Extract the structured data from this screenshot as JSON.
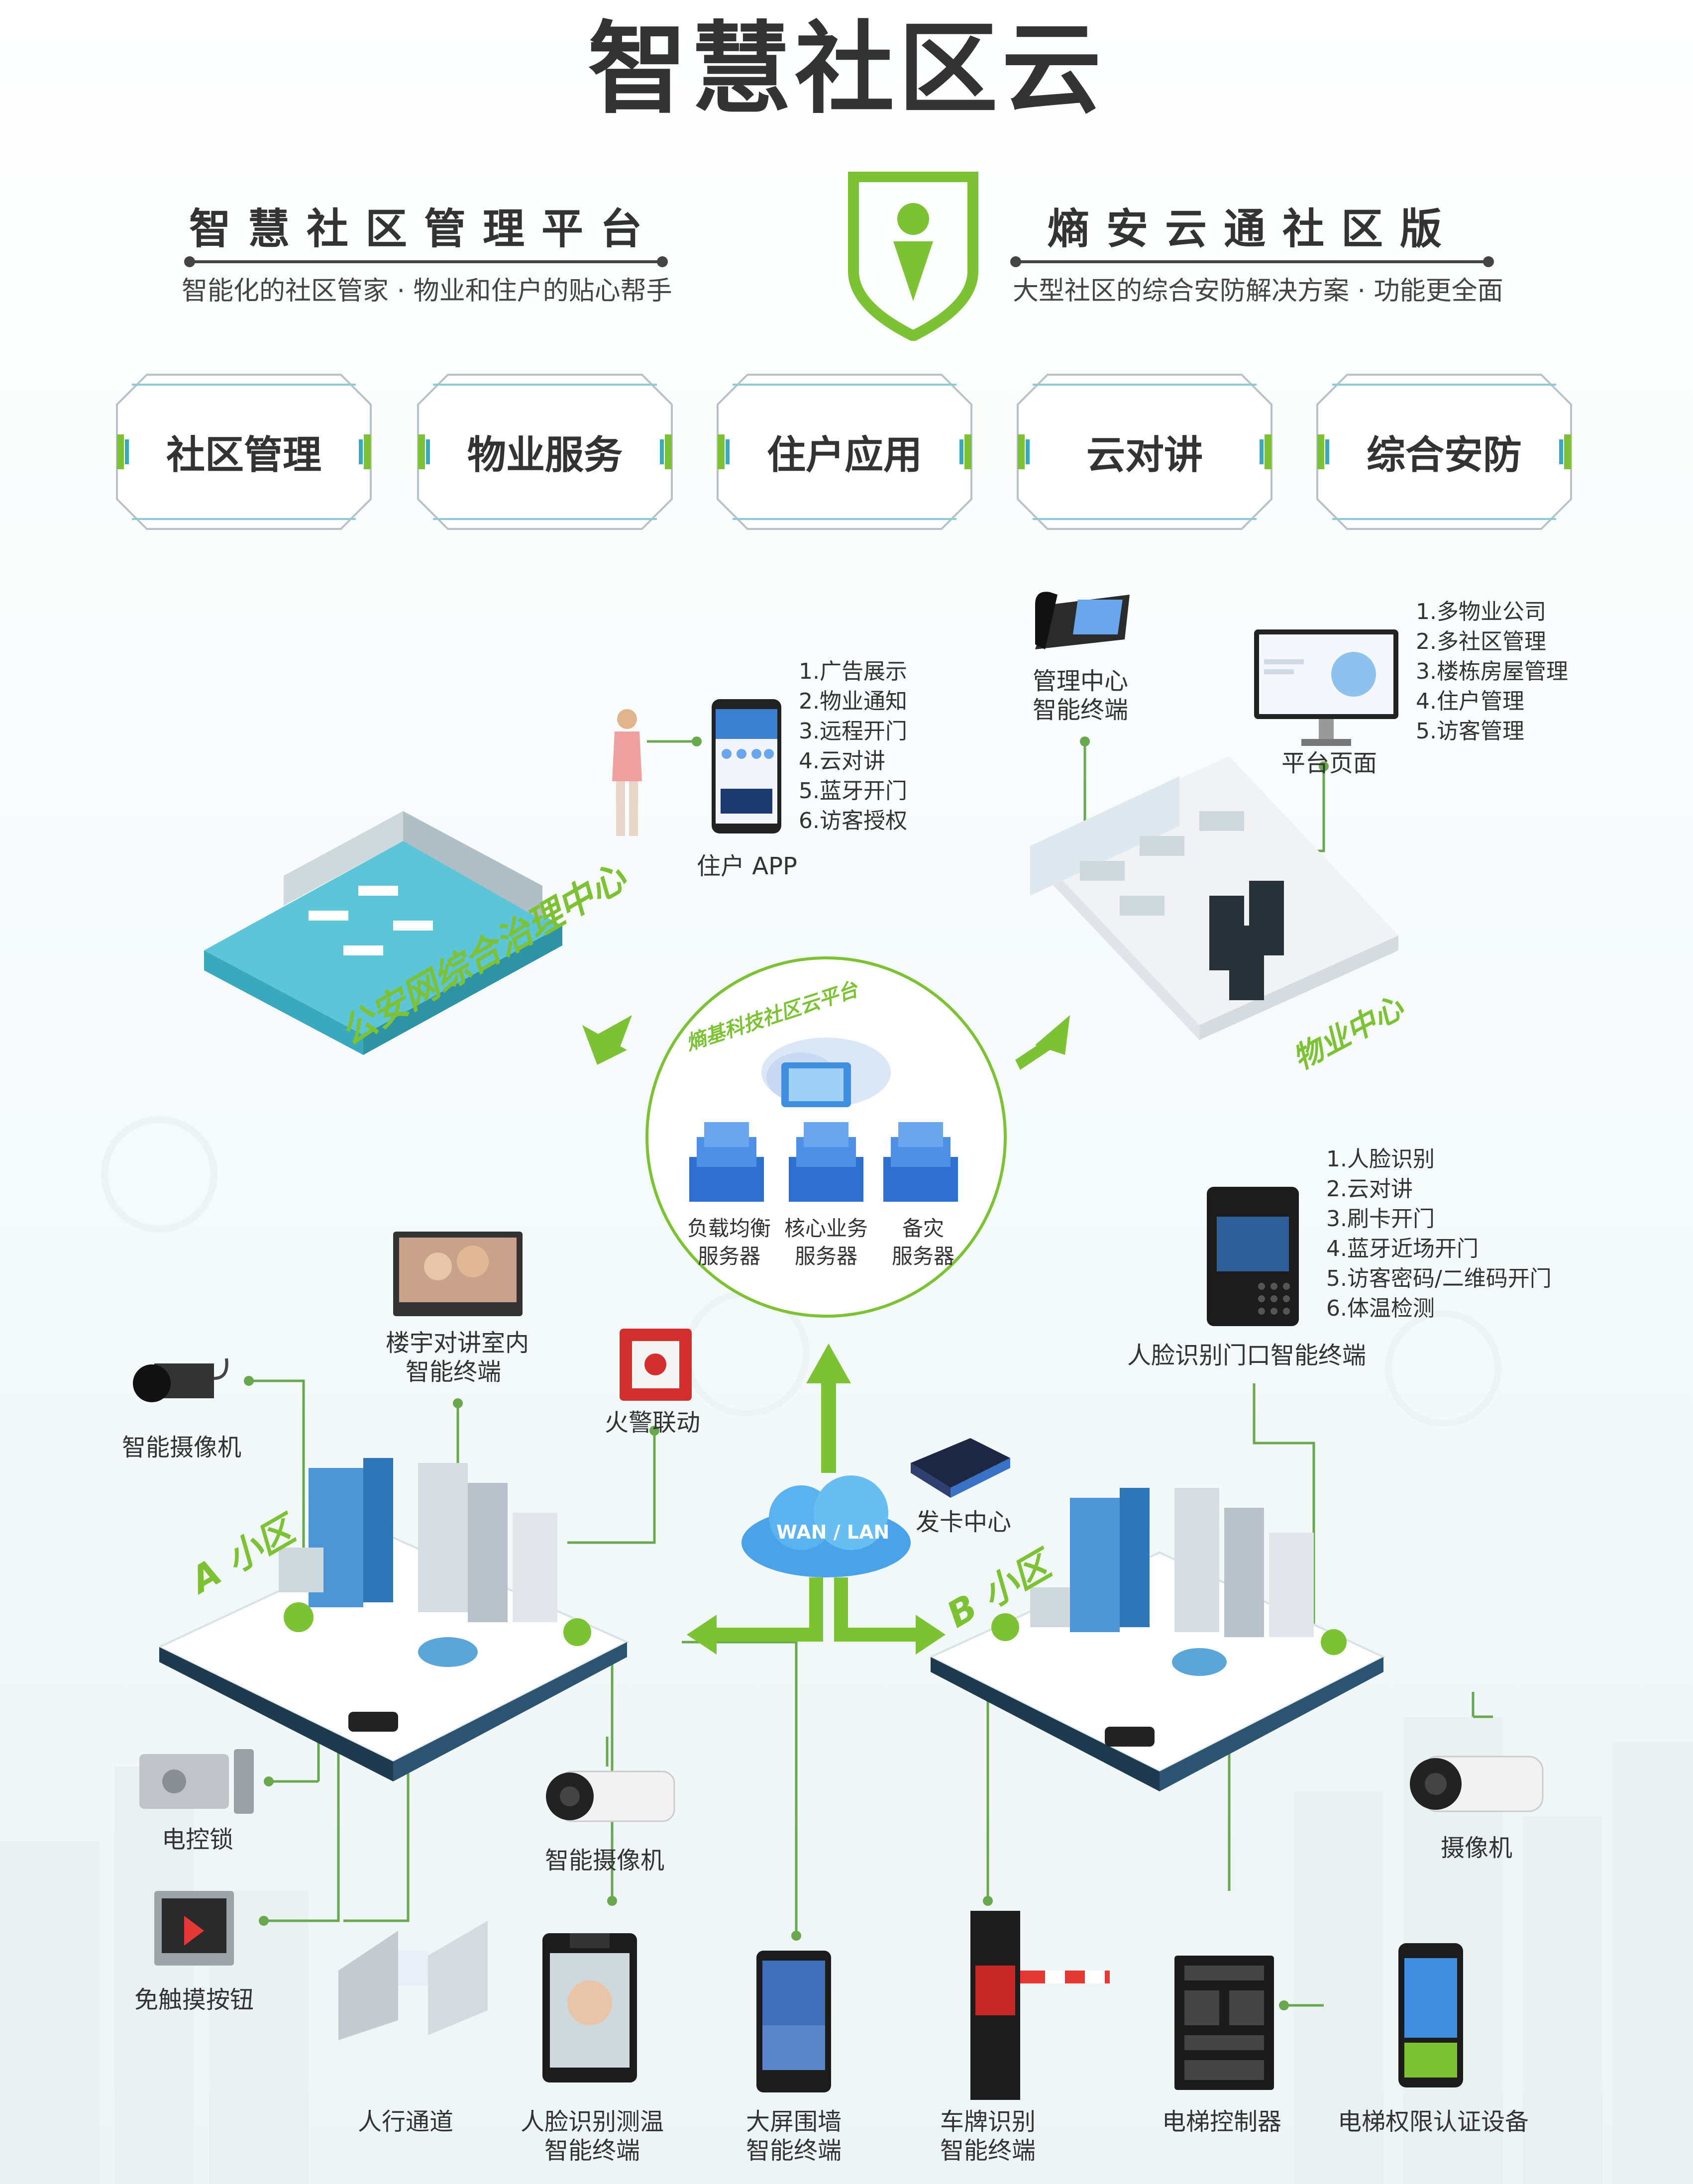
{
  "title": "智慧社区云",
  "platform_left": {
    "title": "智慧社区管理平台",
    "desc": "智能化的社区管家 · 物业和住户的贴心帮手"
  },
  "platform_right": {
    "title": "熵安云通社区版",
    "desc": "大型社区的综合安防解决方案 · 功能更全面"
  },
  "features": [
    "社区管理",
    "物业服务",
    "住户应用",
    "云对讲",
    "综合安防"
  ],
  "app": {
    "label": "住户 APP",
    "items": [
      "1.广告展示",
      "2.物业通知",
      "3.远程开门",
      "4.云对讲",
      "5.蓝牙开门",
      "6.访客授权"
    ]
  },
  "mgmt_terminal": {
    "line1": "管理中心",
    "line2": "智能终端"
  },
  "platform_page": {
    "label": "平台页面",
    "items": [
      "1.多物业公司",
      "2.多社区管理",
      "3.楼栋房屋管理",
      "4.住户管理",
      "5.访客管理"
    ]
  },
  "police_center": "公安网综合治理中心",
  "property_center": "物业中心",
  "cloud": {
    "title": "熵基科技社区云平台",
    "servers": [
      {
        "line1": "负载均衡",
        "line2": "服务器"
      },
      {
        "line1": "核心业务",
        "line2": "服务器"
      },
      {
        "line1": "备灾",
        "line2": "服务器"
      }
    ]
  },
  "face_door": {
    "label": "人脸识别门口智能终端",
    "items": [
      "1.人脸识别",
      "2.云对讲",
      "3.刷卡开门",
      "4.蓝牙近场开门",
      "5.访客密码/二维码开门",
      "6.体温检测"
    ]
  },
  "indoor_terminal": {
    "line1": "楼宇对讲室内",
    "line2": "智能终端"
  },
  "fire_alarm": "火警联动",
  "smart_camera_top": "智能摄像机",
  "smart_camera_mid": "智能摄像机",
  "card_center": "发卡中心",
  "wan": "WAN / LAN",
  "zone_a": "A 小区",
  "zone_b": "B 小区",
  "electric_lock": "电控锁",
  "exit_button": "免触摸按钮",
  "camera_b": "摄像机",
  "bottom_devices": [
    {
      "line1": "人行通道",
      "line2": ""
    },
    {
      "line1": "人脸识别测温",
      "line2": "智能终端"
    },
    {
      "line1": "大屏围墙",
      "line2": "智能终端"
    },
    {
      "line1": "车牌识别",
      "line2": "智能终端"
    },
    {
      "line1": "电梯控制器",
      "line2": ""
    },
    {
      "line1": "电梯权限认证设备",
      "line2": ""
    }
  ],
  "colors": {
    "accent": "#7cc234",
    "text": "#333333",
    "line": "#6aa84f",
    "blue": "#3a7fd0"
  }
}
